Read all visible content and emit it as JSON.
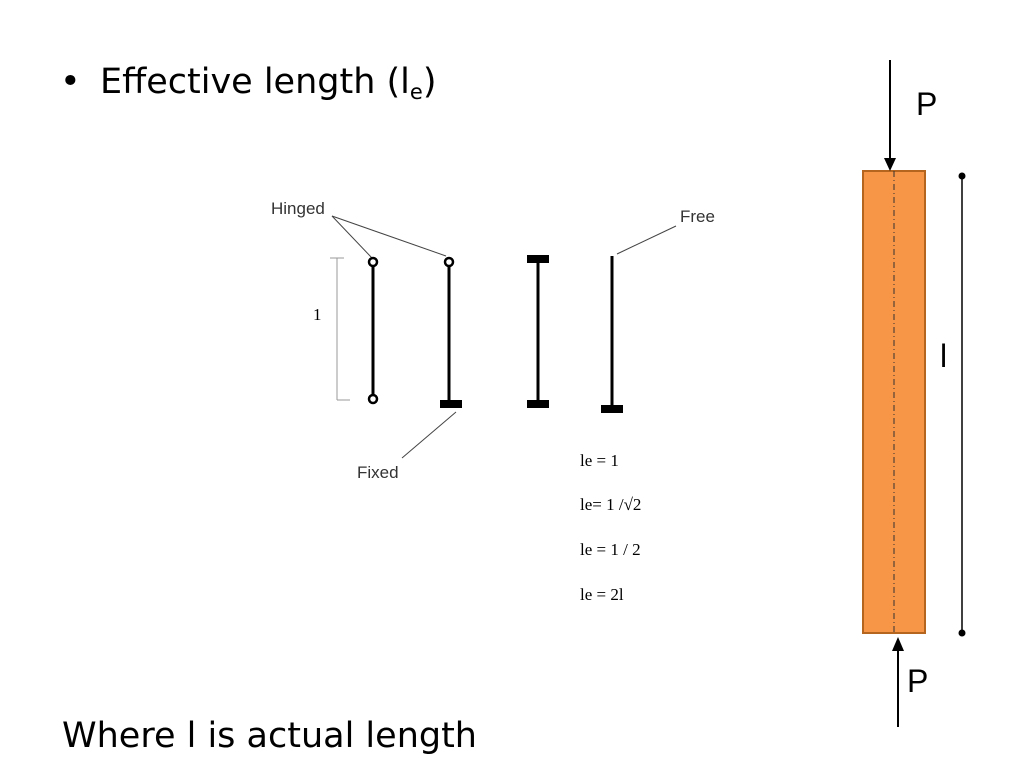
{
  "slide": {
    "bullet_symbol": "•",
    "bullet_text": "Effective length (l",
    "bullet_subscript": "e",
    "bullet_close": ")",
    "footer_text": "Where l is actual length"
  },
  "diagram": {
    "label_hinged": "Hinged",
    "label_free": "Free",
    "label_fixed": "Fixed",
    "label_length": "1",
    "formulas": [
      "le = 1",
      "le= 1 /√2",
      "le = 1 / 2",
      "le = 2l"
    ]
  },
  "column": {
    "load_top": "P",
    "load_bottom": "P",
    "length_label": "l",
    "fill_color": "#f79646",
    "stroke_color": "#b5651d"
  }
}
